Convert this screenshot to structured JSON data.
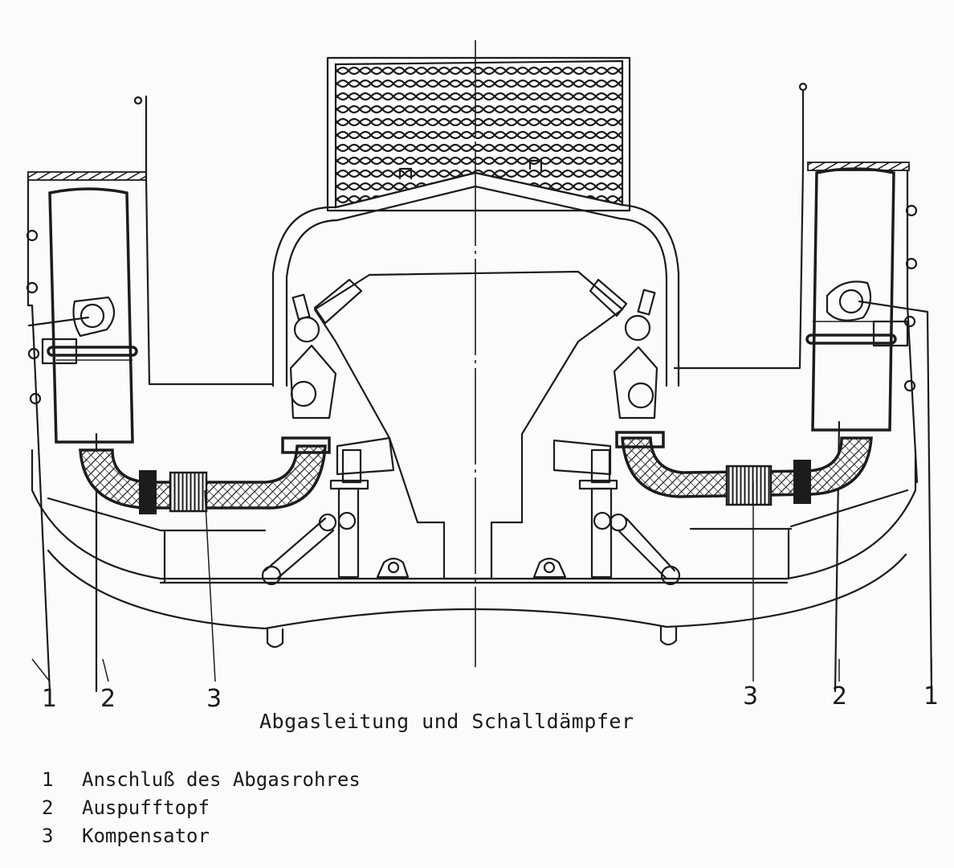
{
  "figure": {
    "caption": "Abgasleitung und Schalldämpfer",
    "callouts_left": [
      {
        "number": "1",
        "part": "Anschluß des Abgasrohres"
      },
      {
        "number": "2",
        "part": "Auspufftopf"
      },
      {
        "number": "3",
        "part": "Kompensator"
      }
    ],
    "callouts_right": [
      {
        "number": "3",
        "part": "Kompensator"
      },
      {
        "number": "2",
        "part": "Auspufftopf"
      },
      {
        "number": "1",
        "part": "Anschluß des Abgasrohres"
      }
    ],
    "components": [
      "grille-mesh",
      "center-axis",
      "engine-block",
      "left-muffler",
      "right-muffler",
      "left-exhaust-pipe",
      "right-exhaust-pipe",
      "left-compensator",
      "right-compensator",
      "base-frame",
      "mounting-feet"
    ]
  },
  "legend": {
    "items": [
      {
        "number": "1",
        "label": "Anschluß des Abgasrohres"
      },
      {
        "number": "2",
        "label": "Auspufftopf"
      },
      {
        "number": "3",
        "label": "Kompensator"
      }
    ]
  }
}
